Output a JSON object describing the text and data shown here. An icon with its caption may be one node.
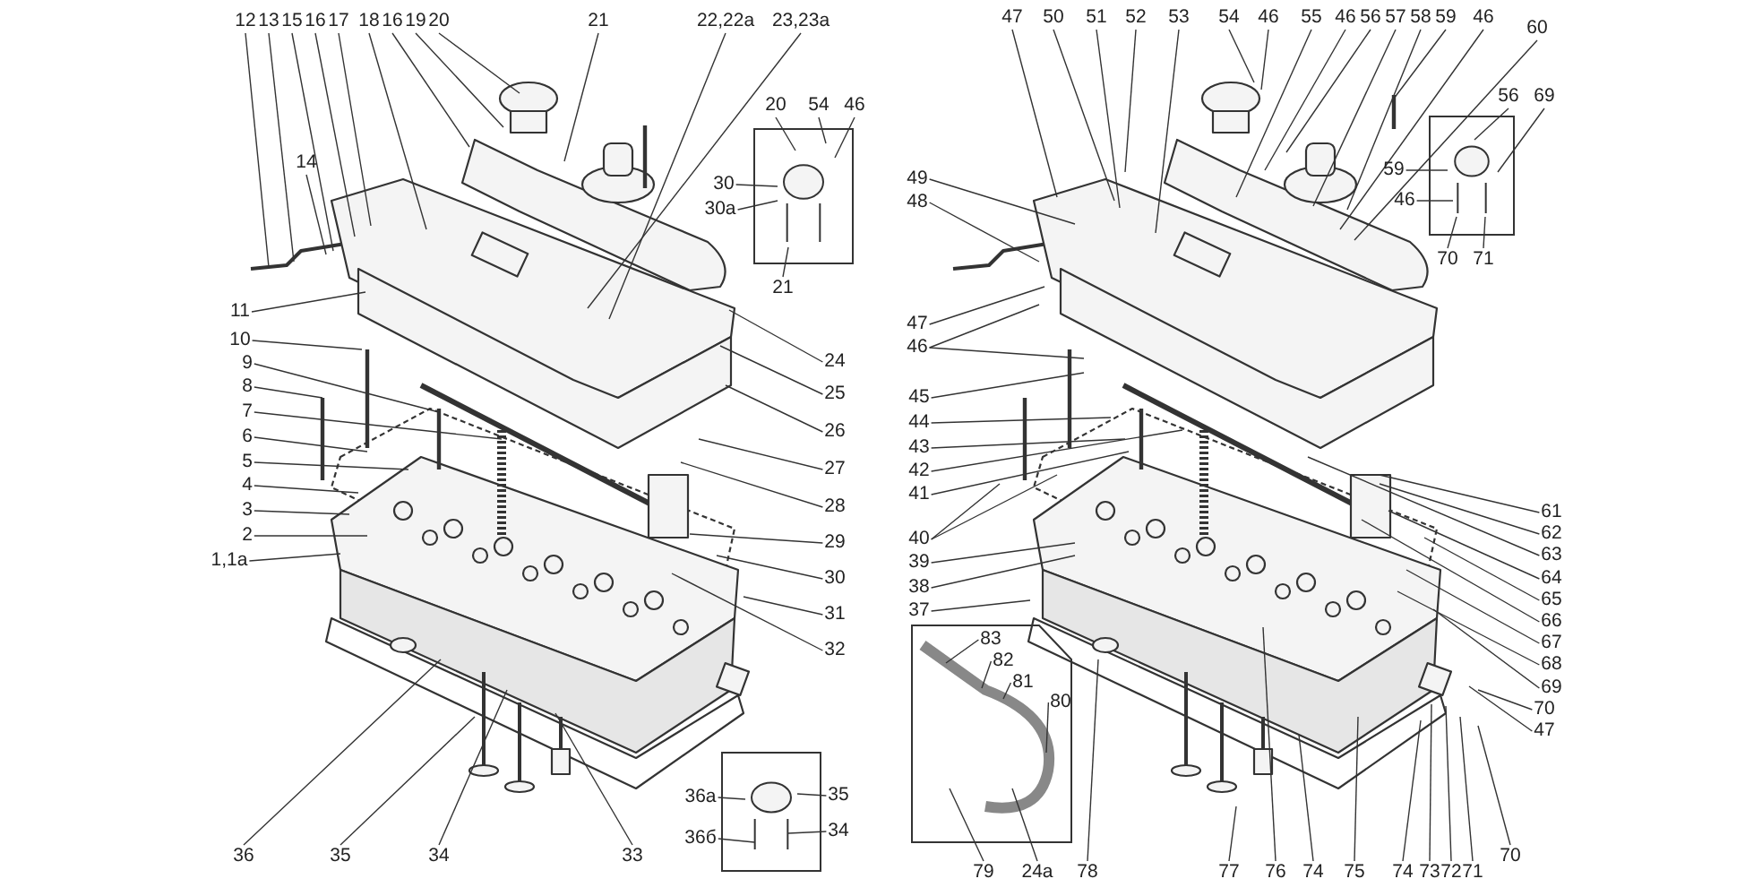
{
  "diagram": {
    "nodes": [
      {
        "text": [
          "12"
        ]
      },
      {
        "text": [
          "13"
        ]
      },
      {
        "text": [
          "15"
        ]
      },
      {
        "text": [
          "16"
        ]
      },
      {
        "text": [
          "17"
        ]
      },
      {
        "text": [
          "18"
        ]
      },
      {
        "text": [
          "16"
        ]
      },
      {
        "text": [
          "19"
        ]
      },
      {
        "text": [
          "20"
        ]
      },
      {
        "text": [
          "21"
        ]
      },
      {
        "text": [
          "22,22a"
        ]
      },
      {
        "text": [
          "23,23a"
        ]
      },
      {
        "text": [
          "14"
        ]
      },
      {
        "text": [
          "20"
        ]
      },
      {
        "text": [
          "54"
        ]
      },
      {
        "text": [
          "46"
        ]
      },
      {
        "text": [
          "30"
        ]
      },
      {
        "text": [
          "30a"
        ]
      },
      {
        "text": [
          "21"
        ]
      },
      {
        "text": [
          "11"
        ]
      },
      {
        "text": [
          "10"
        ]
      },
      {
        "text": [
          "9"
        ]
      },
      {
        "text": [
          "8"
        ]
      },
      {
        "text": [
          "7"
        ]
      },
      {
        "text": [
          "6"
        ]
      },
      {
        "text": [
          "5"
        ]
      },
      {
        "text": [
          "4"
        ]
      },
      {
        "text": [
          "3"
        ]
      },
      {
        "text": [
          "2"
        ]
      },
      {
        "text": [
          "1,1a"
        ]
      },
      {
        "text": [
          "24"
        ]
      },
      {
        "text": [
          "25"
        ]
      },
      {
        "text": [
          "26"
        ]
      },
      {
        "text": [
          "27"
        ]
      },
      {
        "text": [
          "28"
        ]
      },
      {
        "text": [
          "29"
        ]
      },
      {
        "text": [
          "30"
        ]
      },
      {
        "text": [
          "31"
        ]
      },
      {
        "text": [
          "32"
        ]
      },
      {
        "text": [
          "36"
        ]
      },
      {
        "text": [
          "35"
        ]
      },
      {
        "text": [
          "34"
        ]
      },
      {
        "text": [
          "33"
        ]
      },
      {
        "text": [
          "36a"
        ]
      },
      {
        "text": [
          "35"
        ]
      },
      {
        "text": [
          "34"
        ]
      },
      {
        "text": [
          "36б"
        ]
      },
      {
        "text": [
          "47"
        ]
      },
      {
        "text": [
          "50"
        ]
      },
      {
        "text": [
          "51"
        ]
      },
      {
        "text": [
          "52"
        ]
      },
      {
        "text": [
          "53"
        ]
      },
      {
        "text": [
          "54"
        ]
      },
      {
        "text": [
          "46"
        ]
      },
      {
        "text": [
          "55"
        ]
      },
      {
        "text": [
          "46"
        ]
      },
      {
        "text": [
          "56"
        ]
      },
      {
        "text": [
          "57"
        ]
      },
      {
        "text": [
          "58"
        ]
      },
      {
        "text": [
          "59"
        ]
      },
      {
        "text": [
          "46"
        ]
      },
      {
        "text": [
          "60"
        ]
      },
      {
        "text": [
          "56"
        ]
      },
      {
        "text": [
          "69"
        ]
      },
      {
        "text": [
          "59"
        ]
      },
      {
        "text": [
          "46"
        ]
      },
      {
        "text": [
          "70"
        ]
      },
      {
        "text": [
          "71"
        ]
      },
      {
        "text": [
          "49"
        ]
      },
      {
        "text": [
          "48"
        ]
      },
      {
        "text": [
          "47"
        ]
      },
      {
        "text": [
          "46"
        ]
      },
      {
        "text": [
          "45"
        ]
      },
      {
        "text": [
          "44"
        ]
      },
      {
        "text": [
          "43"
        ]
      },
      {
        "text": [
          "42"
        ]
      },
      {
        "text": [
          "41"
        ]
      },
      {
        "text": [
          "40"
        ]
      },
      {
        "text": [
          "39"
        ]
      },
      {
        "text": [
          "38"
        ]
      },
      {
        "text": [
          "37"
        ]
      },
      {
        "text": [
          "61"
        ]
      },
      {
        "text": [
          "62"
        ]
      },
      {
        "text": [
          "63"
        ]
      },
      {
        "text": [
          "64"
        ]
      },
      {
        "text": [
          "65"
        ]
      },
      {
        "text": [
          "66"
        ]
      },
      {
        "text": [
          "67"
        ]
      },
      {
        "text": [
          "68"
        ]
      },
      {
        "text": [
          "69"
        ]
      },
      {
        "text": [
          "70"
        ]
      },
      {
        "text": [
          "47"
        ]
      },
      {
        "text": [
          "79"
        ]
      },
      {
        "text": [
          "24a"
        ]
      },
      {
        "text": [
          "78"
        ]
      },
      {
        "text": [
          "77"
        ]
      },
      {
        "text": [
          "76"
        ]
      },
      {
        "text": [
          "74"
        ]
      },
      {
        "text": [
          "75"
        ]
      },
      {
        "text": [
          "74"
        ]
      },
      {
        "text": [
          "73"
        ]
      },
      {
        "text": [
          "72"
        ]
      },
      {
        "text": [
          "71"
        ]
      },
      {
        "text": [
          "70"
        ]
      },
      {
        "text": [
          "83"
        ]
      },
      {
        "text": [
          "82"
        ]
      },
      {
        "text": [
          "81"
        ]
      },
      {
        "text": [
          "80"
        ]
      }
    ],
    "edges": [
      {
        "from": 0,
        "to": null,
        "arrow": "none"
      },
      {
        "from": 1,
        "to": null,
        "arrow": "none"
      },
      {
        "from": 2,
        "to": null,
        "arrow": "none"
      },
      {
        "from": 3,
        "to": null,
        "arrow": "none"
      },
      {
        "from": 4,
        "to": null,
        "arrow": "none"
      },
      {
        "from": 5,
        "to": null,
        "arrow": "none"
      },
      {
        "from": 6,
        "to": null,
        "arrow": "none"
      },
      {
        "from": 7,
        "to": null,
        "arrow": "none"
      },
      {
        "from": 8,
        "to": null,
        "arrow": "none"
      },
      {
        "from": 9,
        "to": null,
        "arrow": "none"
      },
      {
        "from": 10,
        "to": null,
        "arrow": "none"
      },
      {
        "from": 11,
        "to": null,
        "arrow": "none"
      },
      {
        "from": 12,
        "to": null,
        "arrow": "none"
      },
      {
        "from": 13,
        "to": null,
        "arrow": "none"
      },
      {
        "from": 14,
        "to": null,
        "arrow": "none"
      },
      {
        "from": 15,
        "to": null,
        "arrow": "none"
      },
      {
        "from": 16,
        "to": null,
        "arrow": "none"
      },
      {
        "from": 17,
        "to": null,
        "arrow": "none"
      },
      {
        "from": 18,
        "to": null,
        "arrow": "none"
      },
      {
        "from": 19,
        "to": null,
        "arrow": "none"
      },
      {
        "from": 20,
        "to": null,
        "arrow": "none"
      },
      {
        "from": 21,
        "to": null,
        "arrow": "none"
      },
      {
        "from": 22,
        "to": null,
        "arrow": "none"
      },
      {
        "from": 23,
        "to": null,
        "arrow": "none"
      },
      {
        "from": 24,
        "to": null,
        "arrow": "none"
      },
      {
        "from": 25,
        "to": null,
        "arrow": "none"
      },
      {
        "from": 26,
        "to": null,
        "arrow": "none"
      },
      {
        "from": 27,
        "to": null,
        "arrow": "none"
      },
      {
        "from": 28,
        "to": null,
        "arrow": "none"
      },
      {
        "from": 29,
        "to": null,
        "arrow": "none"
      },
      {
        "from": 30,
        "to": null,
        "arrow": "none"
      },
      {
        "from": 31,
        "to": null,
        "arrow": "none"
      },
      {
        "from": 32,
        "to": null,
        "arrow": "none"
      },
      {
        "from": 33,
        "to": null,
        "arrow": "none"
      },
      {
        "from": 34,
        "to": null,
        "arrow": "none"
      },
      {
        "from": 35,
        "to": null,
        "arrow": "none"
      },
      {
        "from": 36,
        "to": null,
        "arrow": "none"
      },
      {
        "from": 37,
        "to": null,
        "arrow": "none"
      },
      {
        "from": 38,
        "to": null,
        "arrow": "none"
      },
      {
        "from": 39,
        "to": null,
        "arrow": "none"
      },
      {
        "from": 40,
        "to": null,
        "arrow": "none"
      },
      {
        "from": 41,
        "to": null,
        "arrow": "none"
      },
      {
        "from": 42,
        "to": null,
        "arrow": "none"
      },
      {
        "from": 43,
        "to": null,
        "arrow": "none"
      },
      {
        "from": 44,
        "to": null,
        "arrow": "none"
      },
      {
        "from": 45,
        "to": null,
        "arrow": "none"
      },
      {
        "from": 46,
        "to": null,
        "arrow": "none"
      },
      {
        "from": 47,
        "to": null,
        "arrow": "none"
      },
      {
        "from": 48,
        "to": null,
        "arrow": "none"
      },
      {
        "from": 49,
        "to": null,
        "arrow": "none"
      },
      {
        "from": 50,
        "to": null,
        "arrow": "none"
      },
      {
        "from": 51,
        "to": null,
        "arrow": "none"
      },
      {
        "from": 52,
        "to": null,
        "arrow": "none"
      },
      {
        "from": 53,
        "to": null,
        "arrow": "none"
      },
      {
        "from": 54,
        "to": null,
        "arrow": "none"
      },
      {
        "from": 55,
        "to": null,
        "arrow": "none"
      },
      {
        "from": 56,
        "to": null,
        "arrow": "none"
      },
      {
        "from": 57,
        "to": null,
        "arrow": "none"
      },
      {
        "from": 58,
        "to": null,
        "arrow": "none"
      },
      {
        "from": 59,
        "to": null,
        "arrow": "none"
      },
      {
        "from": 60,
        "to": null,
        "arrow": "none"
      },
      {
        "from": 61,
        "to": null,
        "arrow": "none"
      },
      {
        "from": 62,
        "to": null,
        "arrow": "none"
      },
      {
        "from": 63,
        "to": null,
        "arrow": "none"
      },
      {
        "from": 64,
        "to": null,
        "arrow": "none"
      },
      {
        "from": 65,
        "to": null,
        "arrow": "none"
      },
      {
        "from": 66,
        "to": null,
        "arrow": "none"
      },
      {
        "from": 67,
        "to": null,
        "arrow": "none"
      },
      {
        "from": 68,
        "to": null,
        "arrow": "none"
      },
      {
        "from": 69,
        "to": null,
        "arrow": "none"
      },
      {
        "from": 70,
        "to": null,
        "arrow": "none"
      },
      {
        "from": 71,
        "to": null,
        "arrow": "none"
      },
      {
        "from": 72,
        "to": null,
        "arrow": "none"
      },
      {
        "from": 73,
        "to": null,
        "arrow": "none"
      },
      {
        "from": 74,
        "to": null,
        "arrow": "none"
      },
      {
        "from": 75,
        "to": null,
        "arrow": "none"
      },
      {
        "from": 76,
        "to": null,
        "arrow": "none"
      },
      {
        "from": 77,
        "to": null,
        "arrow": "none"
      },
      {
        "from": 78,
        "to": null,
        "arrow": "none"
      },
      {
        "from": 79,
        "to": null,
        "arrow": "none"
      },
      {
        "from": 80,
        "to": null,
        "arrow": "none"
      },
      {
        "from": 81,
        "to": null,
        "arrow": "none"
      },
      {
        "from": 82,
        "to": null,
        "arrow": "none"
      },
      {
        "from": 83,
        "to": null,
        "arrow": "none"
      },
      {
        "from": 84,
        "to": null,
        "arrow": "none"
      },
      {
        "from": 85,
        "to": null,
        "arrow": "none"
      },
      {
        "from": 86,
        "to": null,
        "arrow": "none"
      },
      {
        "from": 87,
        "to": null,
        "arrow": "none"
      },
      {
        "from": 88,
        "to": null,
        "arrow": "none"
      },
      {
        "from": 89,
        "to": null,
        "arrow": "none"
      },
      {
        "from": 90,
        "to": null,
        "arrow": "none"
      },
      {
        "from": 91,
        "to": null,
        "arrow": "none"
      },
      {
        "from": 92,
        "to": null,
        "arrow": "none"
      },
      {
        "from": 93,
        "to": null,
        "arrow": "none"
      },
      {
        "from": 94,
        "to": null,
        "arrow": "none"
      },
      {
        "from": 95,
        "to": null,
        "arrow": "none"
      },
      {
        "from": 96,
        "to": null,
        "arrow": "none"
      },
      {
        "from": 97,
        "to": null,
        "arrow": "none"
      },
      {
        "from": 98,
        "to": null,
        "arrow": "none"
      },
      {
        "from": 99,
        "to": null,
        "arrow": "none"
      },
      {
        "from": 100,
        "to": null,
        "arrow": "none"
      },
      {
        "from": 101,
        "to": null,
        "arrow": "none"
      },
      {
        "from": 102,
        "to": null,
        "arrow": "none"
      },
      {
        "from": 103,
        "to": null,
        "arrow": "none"
      },
      {
        "from": 104,
        "to": null,
        "arrow": "none"
      },
      {
        "from": 105,
        "to": null,
        "arrow": "none"
      },
      {
        "from": 106,
        "to": null,
        "arrow": "none"
      },
      {
        "from": 107,
        "to": null,
        "arrow": "none"
      },
      {
        "from": 71,
        "to": null,
        "arrow": "none"
      },
      {
        "from": 77,
        "to": null,
        "arrow": "none"
      }
    ]
  }
}
